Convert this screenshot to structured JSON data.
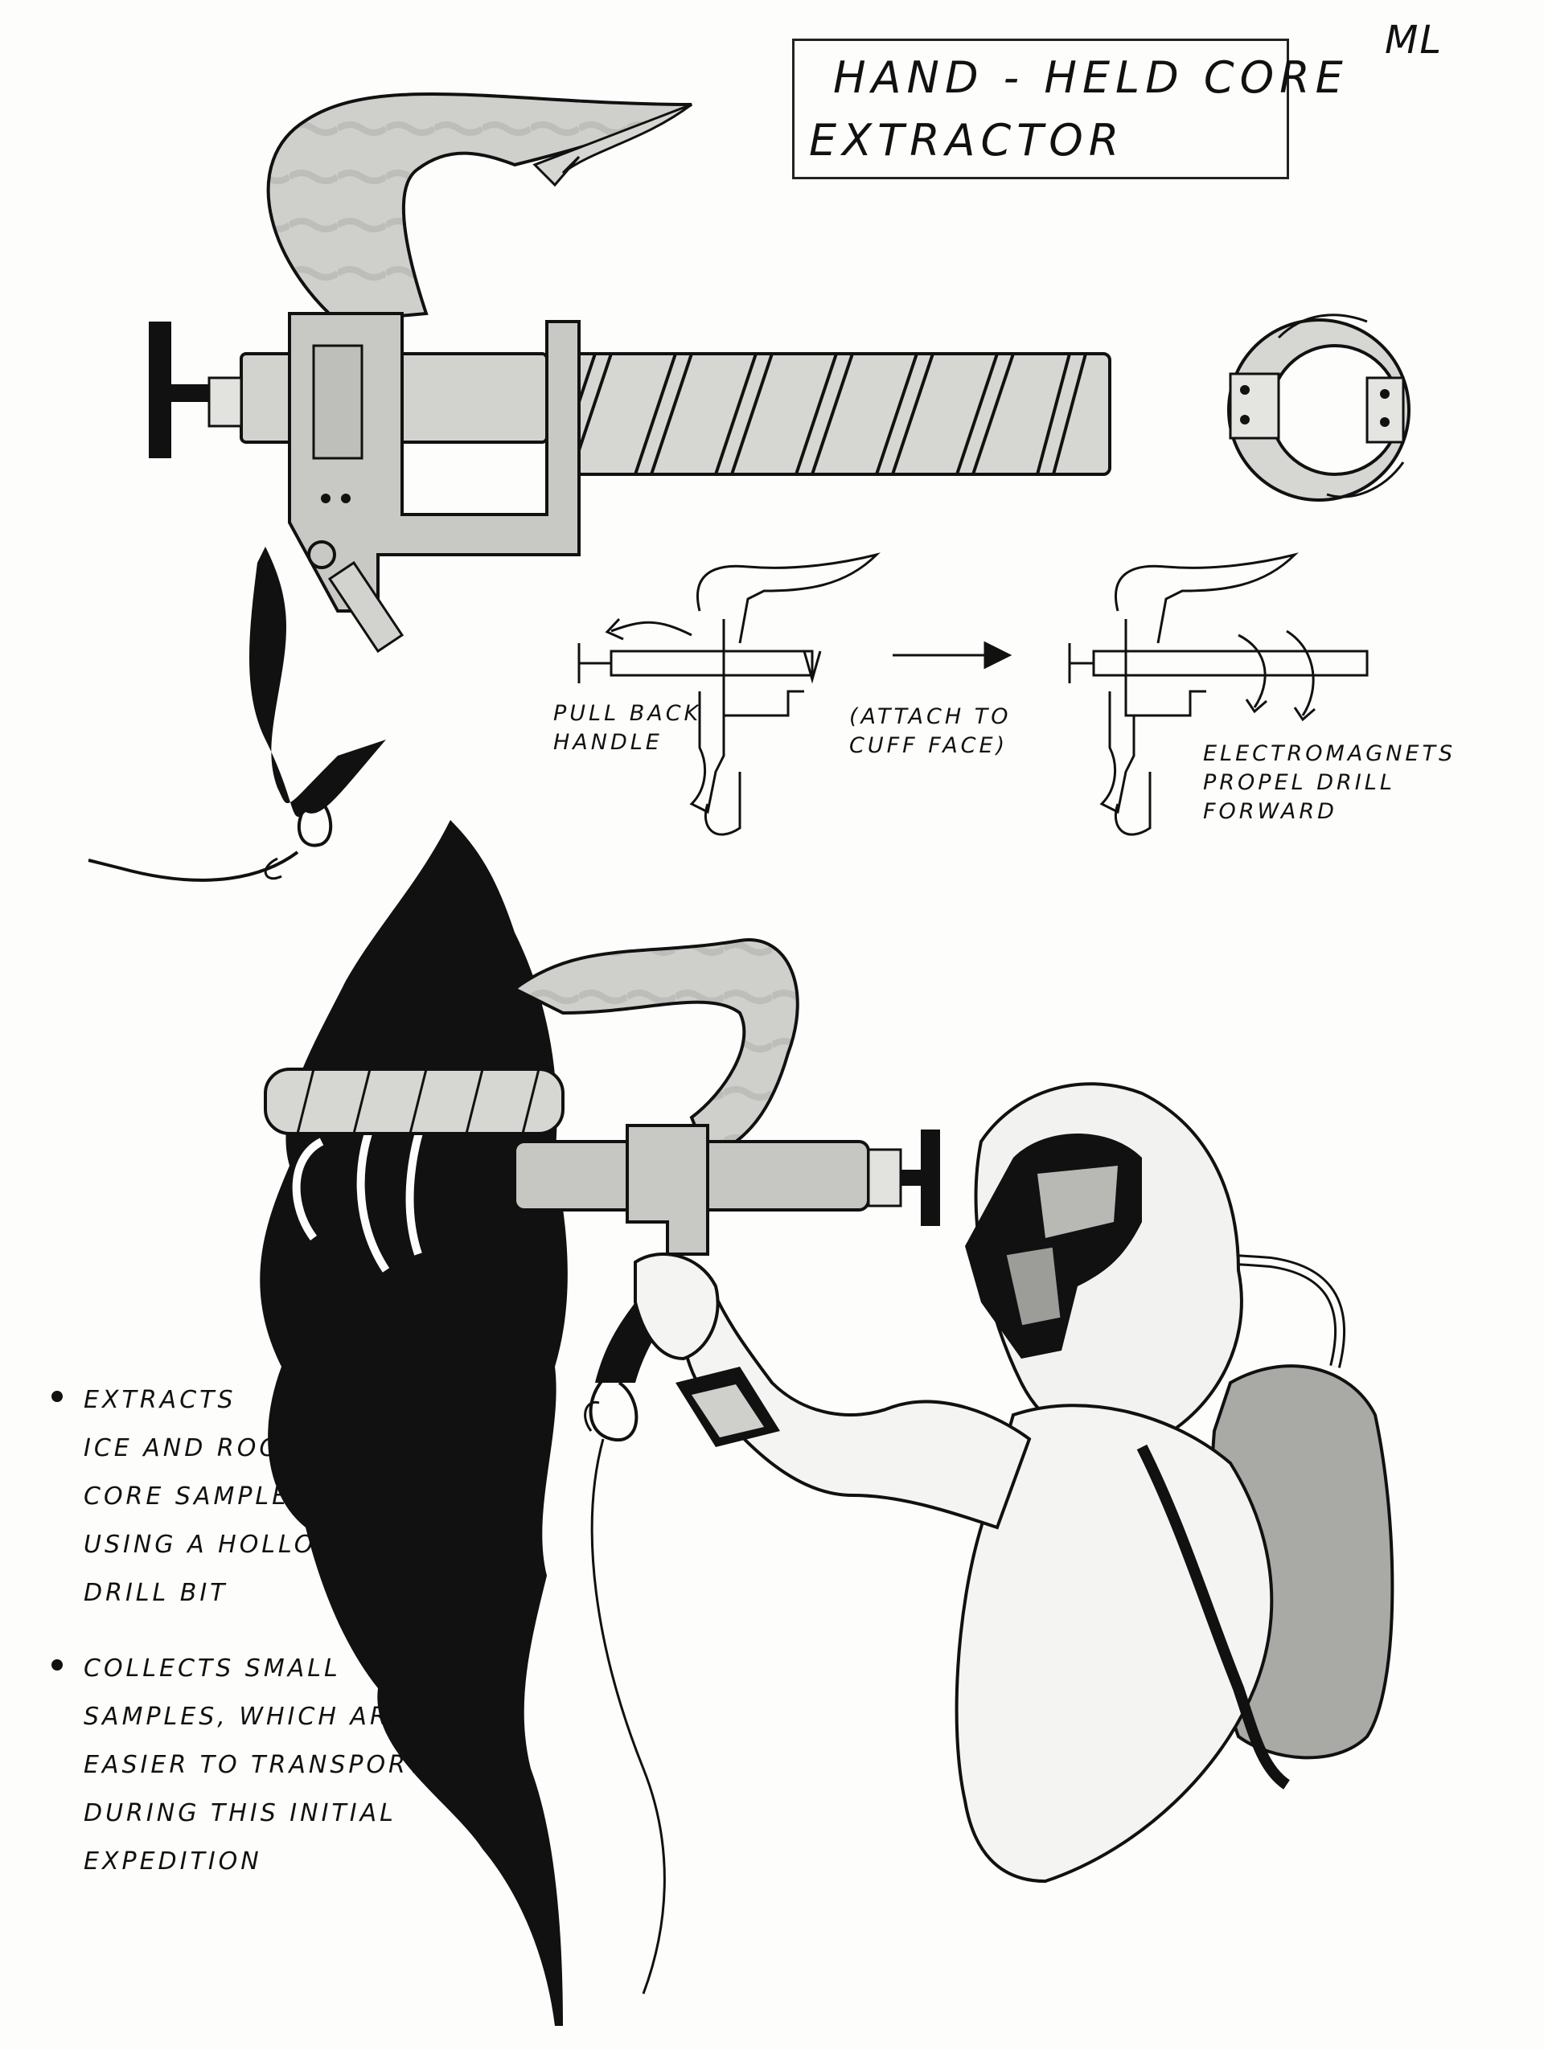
{
  "title": {
    "line1": "Hand - Held Core",
    "line2": "Extractor"
  },
  "initials": "ML",
  "diagram_labels": {
    "pull_back": "Pull back\nhandle",
    "attach": "(Attach to\ncuff face)",
    "electromagnets": "Electromagnets\npropel drill\nforward"
  },
  "notes": [
    {
      "text": "Extracts\nice and rock\ncore samples\nusing a hollow\ndrill bit"
    },
    {
      "text": "Collects small\nsamples, which are\neasier to transport\nduring this initial\nexpedition"
    }
  ],
  "colors": {
    "ink": "#111111",
    "wash": "#c9c9c6",
    "wash_dark": "#a7a7a3",
    "paper": "#fdfdfc"
  }
}
